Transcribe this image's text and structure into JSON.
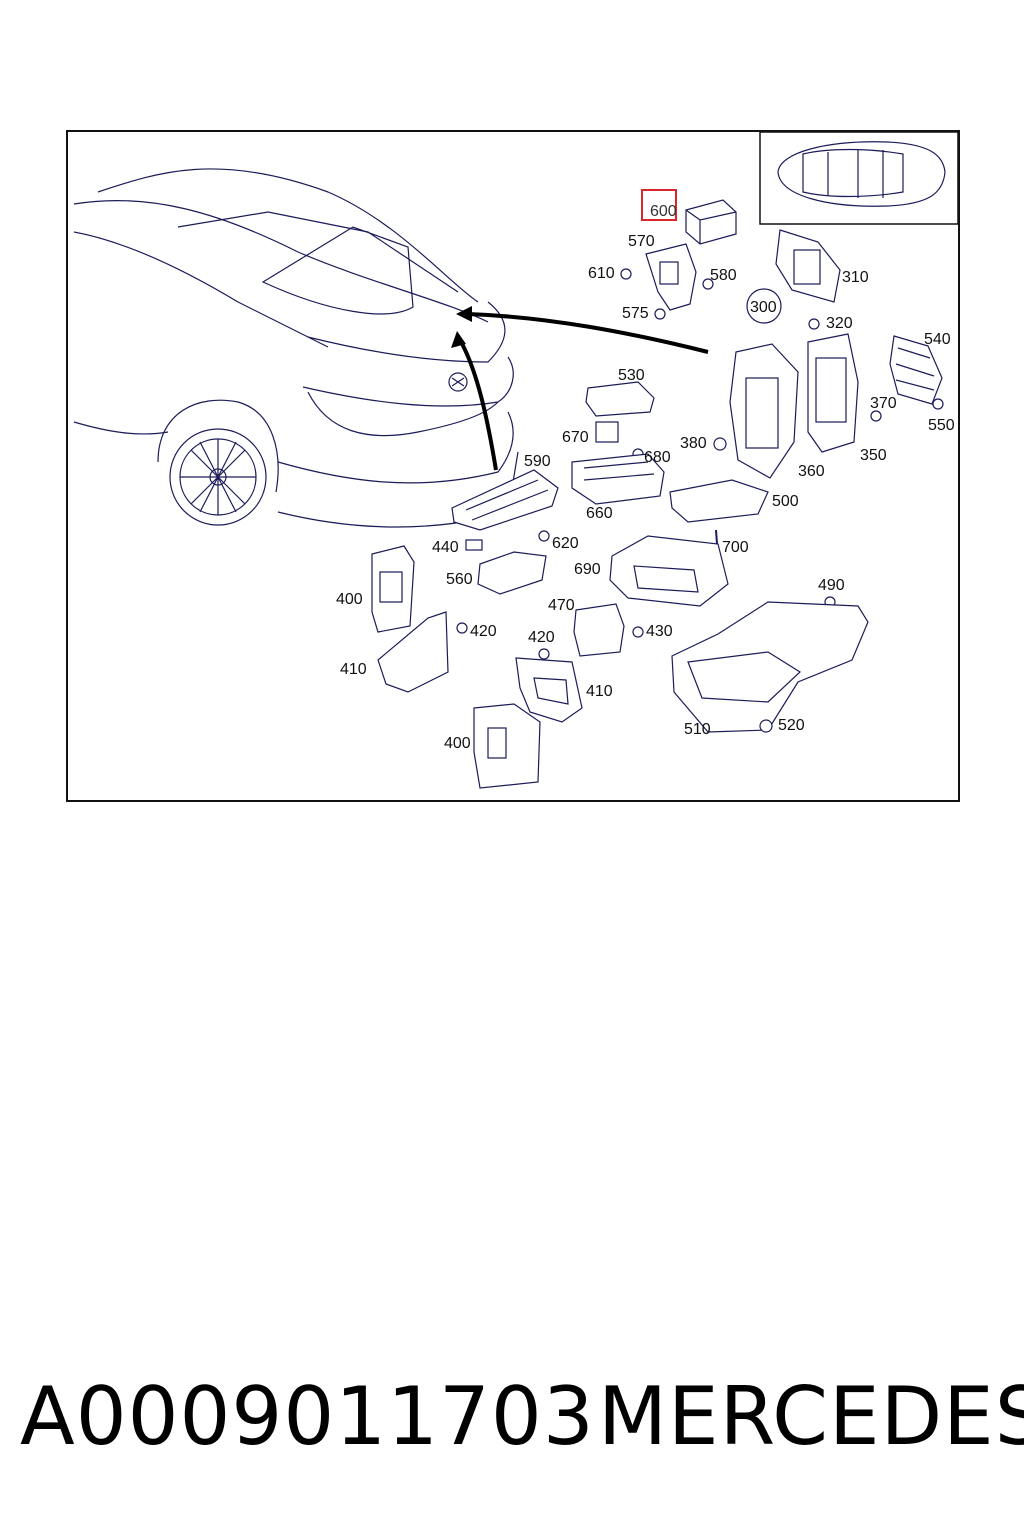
{
  "diagram": {
    "highlighted_callout": "600",
    "highlight_color": "#d9262b",
    "line_color": "#1c1c5a",
    "callouts": [
      "600",
      "570",
      "610",
      "580",
      "575",
      "310",
      "300",
      "320",
      "540",
      "370",
      "550",
      "530",
      "670",
      "680",
      "380",
      "590",
      "360",
      "350",
      "660",
      "500",
      "440",
      "620",
      "700",
      "560",
      "690",
      "490",
      "400",
      "470",
      "430",
      "420",
      "420",
      "410",
      "410",
      "510",
      "520",
      "400"
    ]
  },
  "footer": {
    "part_number": "A0009011703",
    "brand": "MERCEDES"
  }
}
